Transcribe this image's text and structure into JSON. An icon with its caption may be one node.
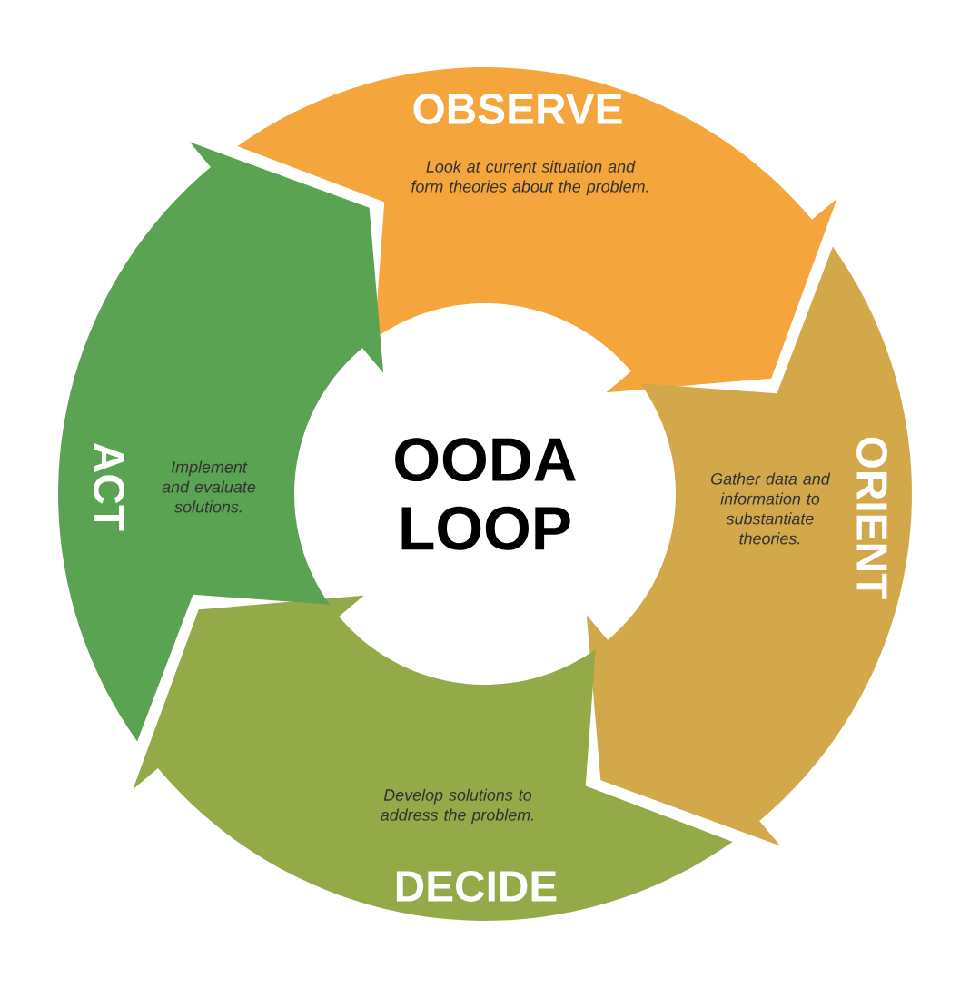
{
  "diagram": {
    "title": "OODA LOOP",
    "nodes": [
      {
        "text": [
          "OBSERVE",
          "Look at current situation and form theories about the problem."
        ]
      },
      {
        "text": [
          "ORIENT",
          "Gather data and information to substantiate theories."
        ]
      },
      {
        "text": [
          "Develop solutions to address the problem.",
          "DECIDE"
        ]
      },
      {
        "text": [
          "ACT",
          "Implement and evaluate solutions."
        ]
      }
    ]
  }
}
